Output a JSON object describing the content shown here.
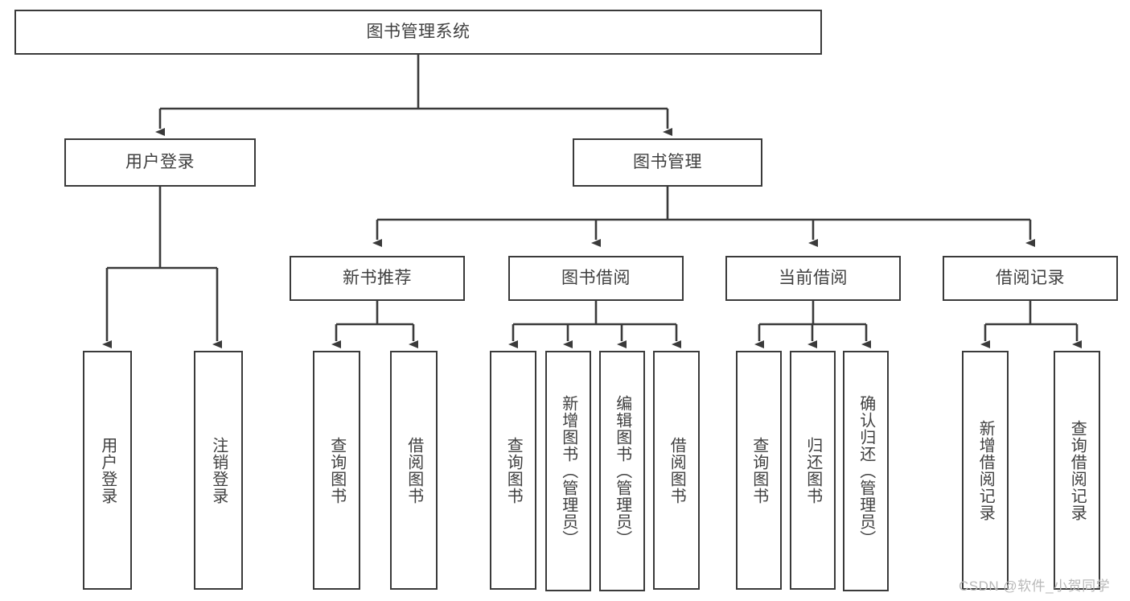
{
  "diagram": {
    "title_node": {
      "label": "图书管理系统"
    },
    "level2": [
      {
        "label": "用户登录"
      },
      {
        "label": "图书管理"
      }
    ],
    "level3": [
      {
        "label": "新书推荐"
      },
      {
        "label": "图书借阅"
      },
      {
        "label": "当前借阅"
      },
      {
        "label": "借阅记录"
      }
    ],
    "leaves": {
      "user_login": [
        {
          "label": "用户登录"
        },
        {
          "label": "注销登录"
        }
      ],
      "new_book": [
        {
          "label": "查询图书"
        },
        {
          "label": "借阅图书"
        }
      ],
      "book_borrow": [
        {
          "label": "查询图书"
        },
        {
          "label": "新增图书（管理员）"
        },
        {
          "label": "编辑图书（管理员）"
        },
        {
          "label": "借阅图书"
        }
      ],
      "current_borrow": [
        {
          "label": "查询图书"
        },
        {
          "label": "归还图书"
        },
        {
          "label": "确认归还（管理员）"
        }
      ],
      "borrow_record": [
        {
          "label": "新增借阅记录"
        },
        {
          "label": "查询借阅记录"
        }
      ]
    }
  },
  "watermark": {
    "text": "CSDN @软件_小贺同学"
  },
  "colors": {
    "stroke": "#3a3a3a",
    "text": "#404040",
    "background": "#ffffff",
    "watermark": "#b9b9b9"
  }
}
